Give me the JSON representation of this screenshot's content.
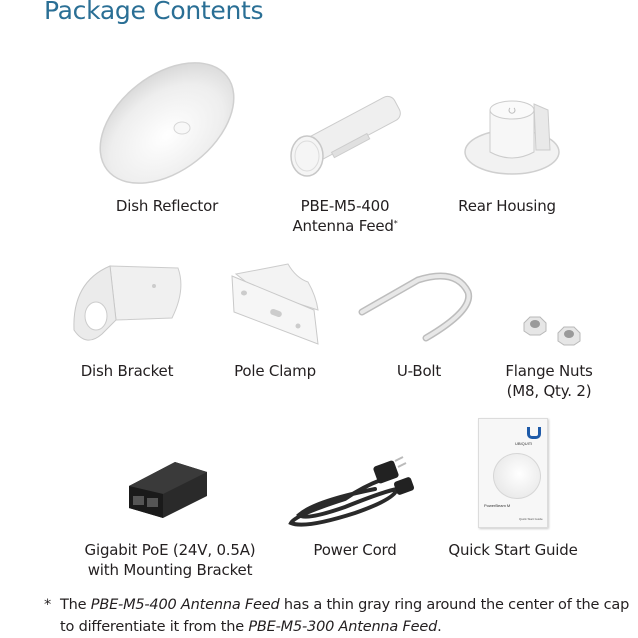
{
  "page": {
    "title": "Package Contents"
  },
  "items": [
    {
      "id": "dish-reflector",
      "label_lines": [
        "Dish Reflector"
      ]
    },
    {
      "id": "antenna-feed",
      "label_lines": [
        "PBE-M5-400",
        "Antenna Feed"
      ],
      "footnote_marker": "*"
    },
    {
      "id": "rear-housing",
      "label_lines": [
        "Rear Housing"
      ]
    },
    {
      "id": "dish-bracket",
      "label_lines": [
        "Dish Bracket"
      ]
    },
    {
      "id": "pole-clamp",
      "label_lines": [
        "Pole Clamp"
      ]
    },
    {
      "id": "u-bolt",
      "label_lines": [
        "U-Bolt"
      ]
    },
    {
      "id": "flange-nuts",
      "label_lines": [
        "Flange Nuts",
        "(M8, Qty. 2)"
      ]
    },
    {
      "id": "gigabit-poe",
      "label_lines": [
        "Gigabit PoE (24V, 0.5A)",
        "with Mounting Bracket"
      ]
    },
    {
      "id": "power-cord",
      "label_lines": [
        "Power Cord"
      ]
    },
    {
      "id": "quick-start-guide",
      "label_lines": [
        "Quick Start Guide"
      ]
    }
  ],
  "guide_cover": {
    "brand": "UBIQUITI",
    "brand_sub": "NETWORKS",
    "product": "PowerBeam M",
    "caption": "Quick Start Guide"
  },
  "footnote": {
    "marker": "*",
    "parts": {
      "p1": "The ",
      "em1": "PBE-M5-400 Antenna Feed",
      "p2": " has a thin gray ring around the center of the cap to differentiate it from the ",
      "em2": "PBE-M5-300 Antenna Feed",
      "p3": "."
    }
  },
  "colors": {
    "title": "#2a6f95",
    "text": "#231f20",
    "product_white": "#eeeeee",
    "product_black": "#1e1e1e"
  }
}
